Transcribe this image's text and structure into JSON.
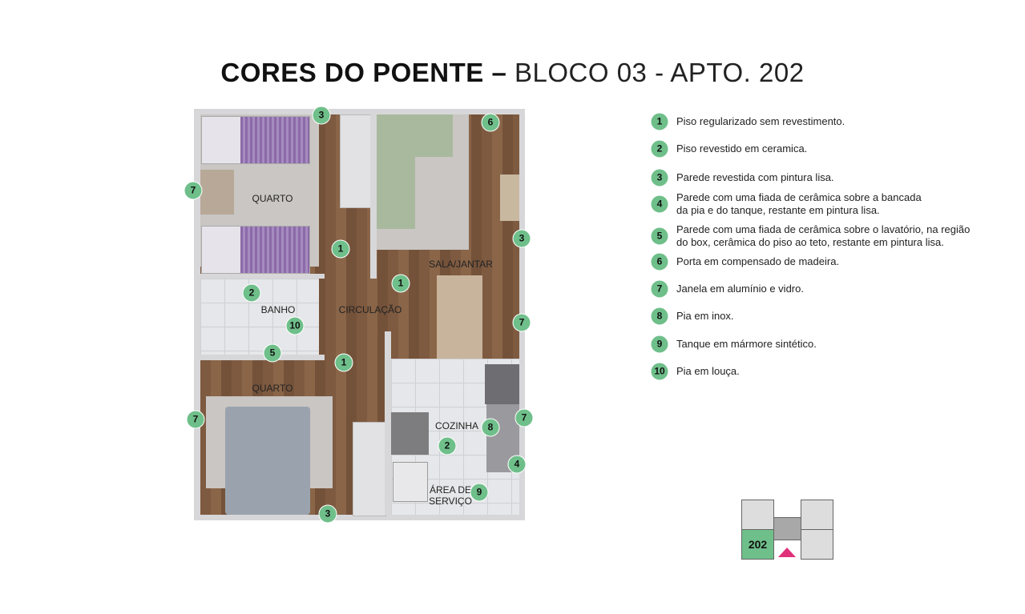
{
  "title": {
    "bold": "CORES DO POENTE –",
    "light": "BLOCO 03 - APTO. 202"
  },
  "rooms": {
    "quarto_top": "QUARTO",
    "sala": "SALA/JANTAR",
    "banho": "BANHO",
    "circulacao": "CIRCULAÇÃO",
    "quarto_bottom": "QUARTO",
    "cozinha": "COZINHA",
    "area_servico_1": "ÁREA DE",
    "area_servico_2": "SERVIÇO"
  },
  "plan_badges": [
    "3",
    "6",
    "7",
    "1",
    "3",
    "1",
    "2",
    "10",
    "5",
    "7",
    "1",
    "7",
    "7",
    "8",
    "2",
    "4",
    "9",
    "3"
  ],
  "legend": [
    {
      "n": "1",
      "text": "Piso regularizado sem revestimento."
    },
    {
      "n": "2",
      "text": "Piso revestido em ceramica."
    },
    {
      "n": "3",
      "text": "Parede revestida com pintura lisa."
    },
    {
      "n": "4",
      "text": "Parede com uma fiada de cerâmica sobre a bancada",
      "text2": "da pia e do tanque, restante em pintura lisa."
    },
    {
      "n": "5",
      "text": "Parede com uma fiada de cerâmica sobre o lavatório, na região",
      "text2": "do box, cerâmica do piso ao teto, restante em pintura lisa."
    },
    {
      "n": "6",
      "text": "Porta em compensado de madeira."
    },
    {
      "n": "7",
      "text": "Janela em alumínio e vidro."
    },
    {
      "n": "8",
      "text": "Pia em inox."
    },
    {
      "n": "9",
      "text": "Tanque em mármore sintético."
    },
    {
      "n": "10",
      "text": "Pia em louça."
    }
  ],
  "block_map": {
    "unit": "202"
  },
  "colors": {
    "badge": "#6fbf8a",
    "highlight_unit": "#6fbf8a",
    "marker": "#e0307a"
  }
}
